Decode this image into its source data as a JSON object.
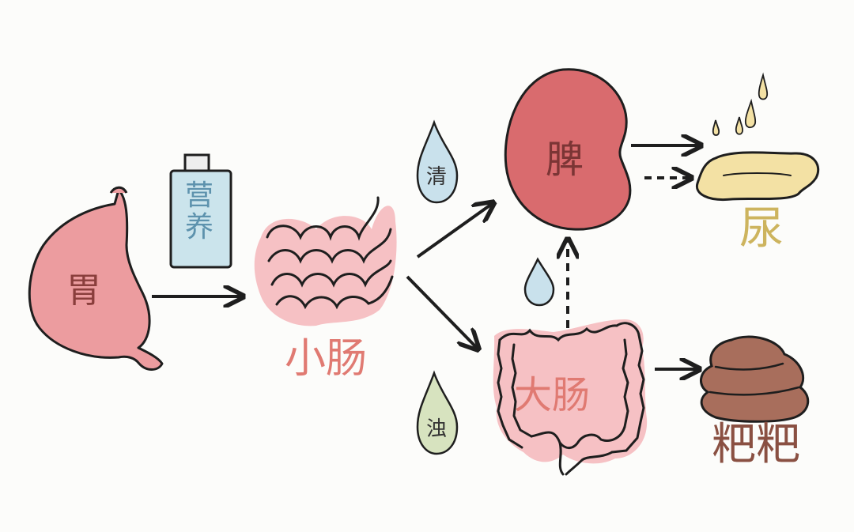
{
  "labels": {
    "stomach": "胃",
    "nutrition": "营养",
    "small_intestine": "小肠",
    "clear": "清",
    "turbid": "浊",
    "kidney": "脾",
    "large_intestine": "大肠",
    "urine": "尿",
    "feces": "粑粑"
  },
  "colors": {
    "stomach_fill": "#ec9c9f",
    "intestine_fill": "#f6c1c4",
    "kidney_fill": "#d96b6e",
    "bottle_fill": "#cbe4ec",
    "drop_blue": "#c9e1ec",
    "drop_green": "#d7e3bf",
    "urine_fill": "#f3e1a4",
    "feces_fill": "#a86e5c",
    "outline": "#1e1e1e"
  }
}
